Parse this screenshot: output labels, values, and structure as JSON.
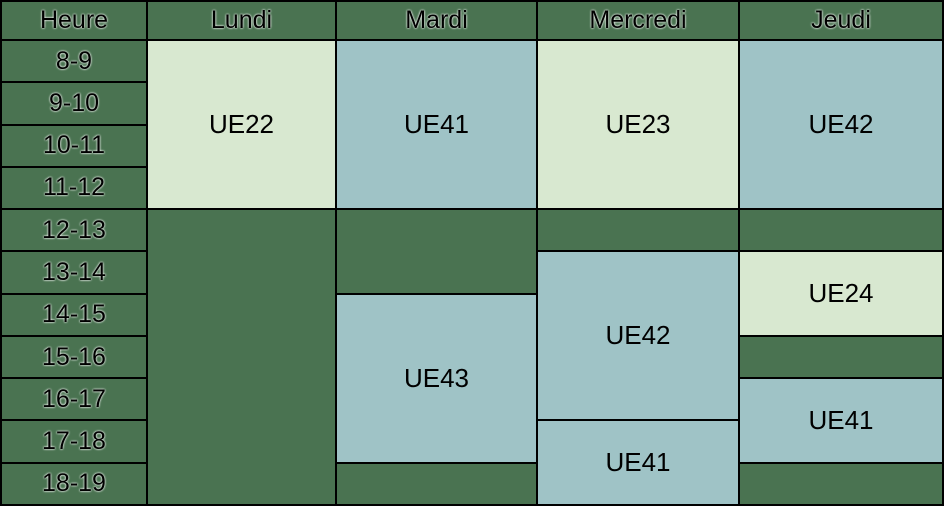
{
  "colors": {
    "dark_green": "#4a7351",
    "light_green": "#d8e8d0",
    "blue": "#9fc3c6",
    "border": "#000000",
    "text": "#000000"
  },
  "columns": [
    {
      "key": "heure",
      "label": "Heure"
    },
    {
      "key": "lundi",
      "label": "Lundi"
    },
    {
      "key": "mardi",
      "label": "Mardi"
    },
    {
      "key": "mercredi",
      "label": "Mercredi"
    },
    {
      "key": "jeudi",
      "label": "Jeudi"
    }
  ],
  "hours": [
    "8-9",
    "9-10",
    "10-11",
    "11-12",
    "12-13",
    "13-14",
    "14-15",
    "15-16",
    "16-17",
    "17-18",
    "18-19"
  ],
  "blocks": [
    {
      "day": "lundi",
      "col": 2,
      "start": 1,
      "span": 4,
      "label": "UE22",
      "color": "light_green"
    },
    {
      "day": "lundi",
      "col": 2,
      "start": 5,
      "span": 7,
      "label": "",
      "color": "dark_green"
    },
    {
      "day": "mardi",
      "col": 3,
      "start": 1,
      "span": 4,
      "label": "UE41",
      "color": "blue"
    },
    {
      "day": "mardi",
      "col": 3,
      "start": 5,
      "span": 2,
      "label": "",
      "color": "dark_green"
    },
    {
      "day": "mardi",
      "col": 3,
      "start": 7,
      "span": 4,
      "label": "UE43",
      "color": "blue"
    },
    {
      "day": "mardi",
      "col": 3,
      "start": 11,
      "span": 1,
      "label": "",
      "color": "dark_green"
    },
    {
      "day": "mercredi",
      "col": 4,
      "start": 1,
      "span": 4,
      "label": "UE23",
      "color": "light_green"
    },
    {
      "day": "mercredi",
      "col": 4,
      "start": 5,
      "span": 1,
      "label": "",
      "color": "dark_green"
    },
    {
      "day": "mercredi",
      "col": 4,
      "start": 6,
      "span": 4,
      "label": "UE42",
      "color": "blue"
    },
    {
      "day": "mercredi",
      "col": 4,
      "start": 10,
      "span": 2,
      "label": "UE41",
      "color": "blue"
    },
    {
      "day": "jeudi",
      "col": 5,
      "start": 1,
      "span": 4,
      "label": "UE42",
      "color": "blue"
    },
    {
      "day": "jeudi",
      "col": 5,
      "start": 5,
      "span": 1,
      "label": "",
      "color": "dark_green"
    },
    {
      "day": "jeudi",
      "col": 5,
      "start": 6,
      "span": 2,
      "label": "UE24",
      "color": "light_green"
    },
    {
      "day": "jeudi",
      "col": 5,
      "start": 8,
      "span": 1,
      "label": "",
      "color": "dark_green"
    },
    {
      "day": "jeudi",
      "col": 5,
      "start": 9,
      "span": 2,
      "label": "UE41",
      "color": "blue"
    },
    {
      "day": "jeudi",
      "col": 5,
      "start": 11,
      "span": 1,
      "label": "",
      "color": "dark_green"
    }
  ]
}
